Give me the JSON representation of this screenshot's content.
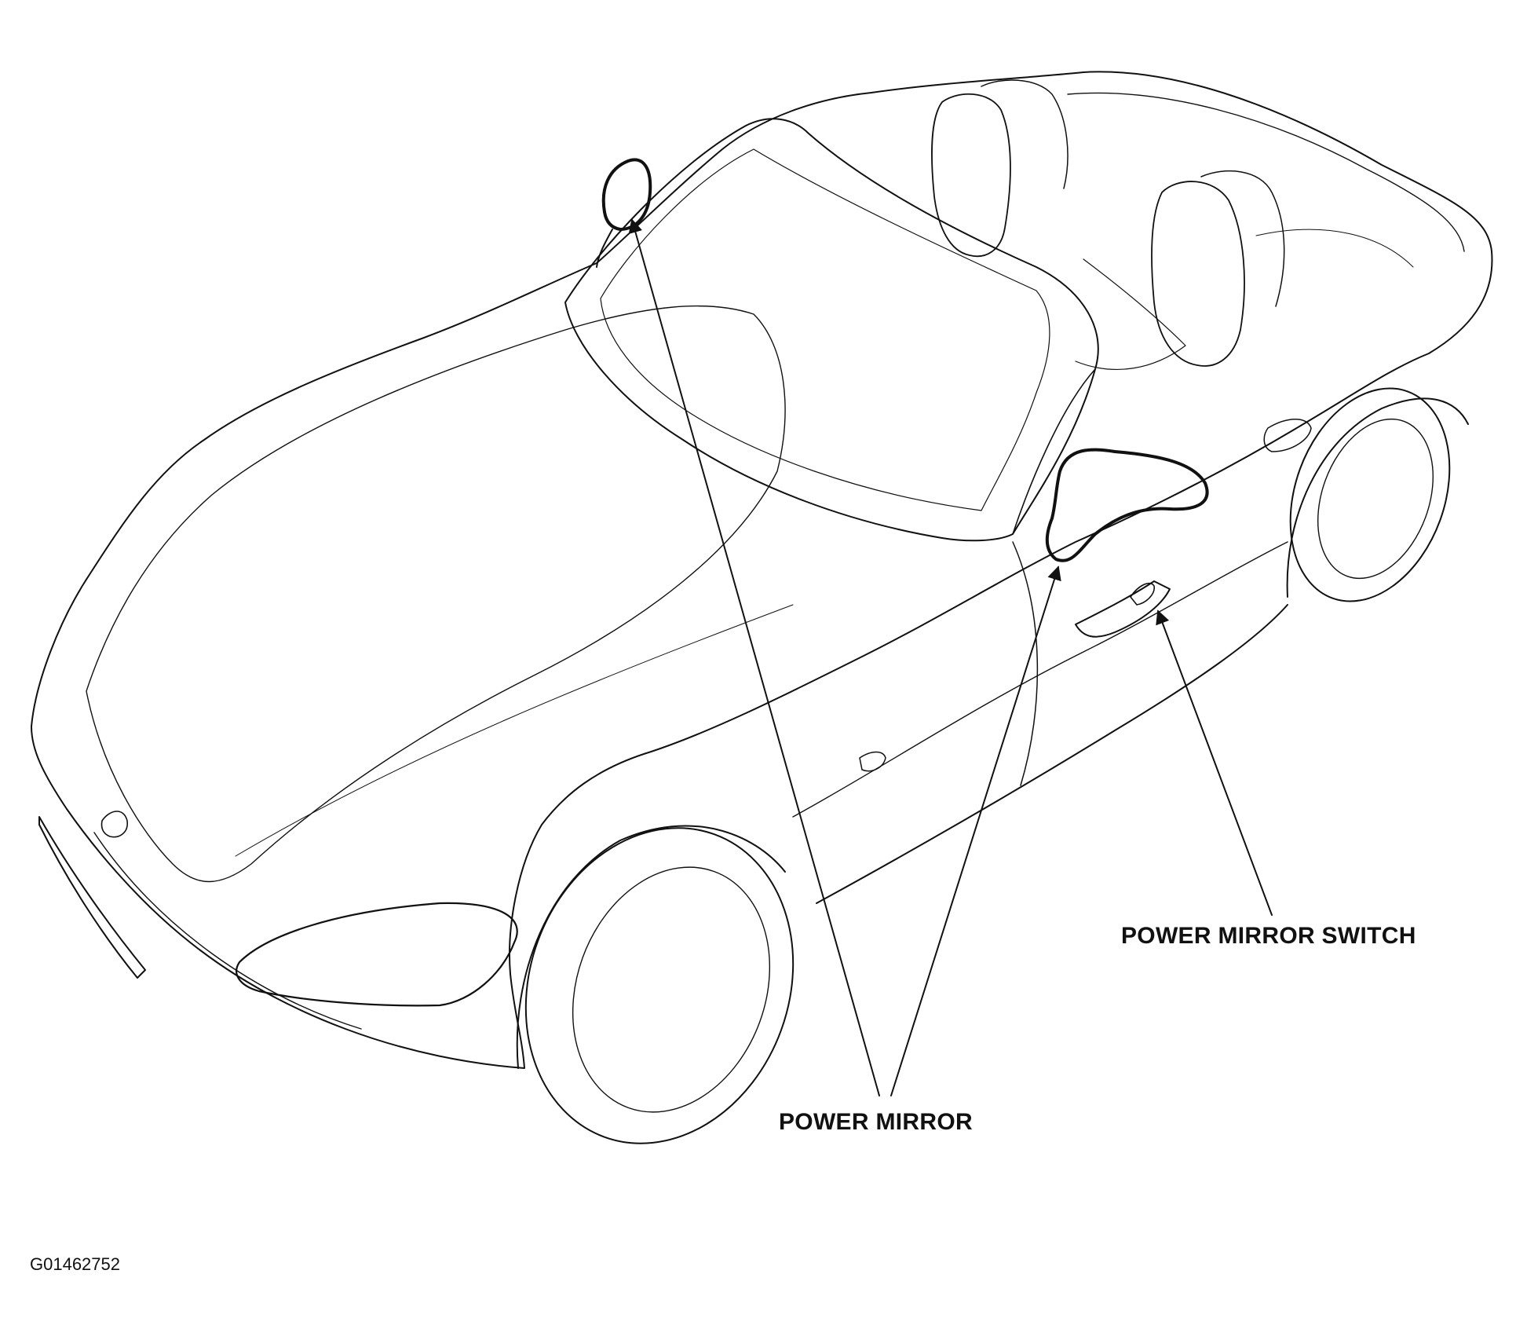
{
  "labels": {
    "power_mirror_switch": "POWER MIRROR SWITCH",
    "power_mirror": "POWER MIRROR",
    "figure_id": "G01462752"
  },
  "colors": {
    "line": "#111111",
    "background": "#ffffff"
  }
}
